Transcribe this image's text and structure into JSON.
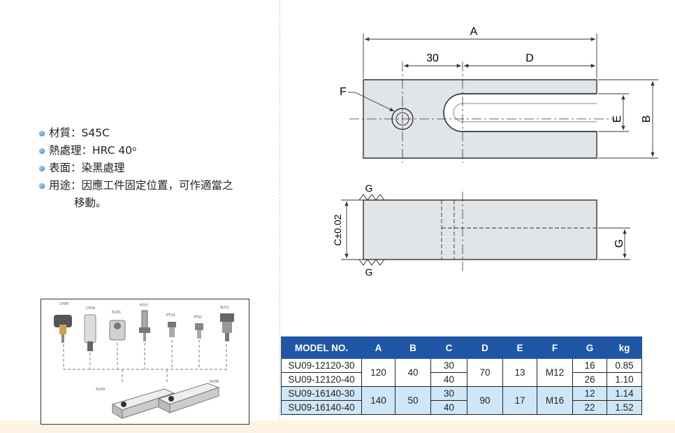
{
  "specs": [
    {
      "label": "材質",
      "sep": "：",
      "value": "S45C"
    },
    {
      "label": "熱處理",
      "sep": "：",
      "value": "HRC 40",
      "sup": "o"
    },
    {
      "label": "表面",
      "sep": "：",
      "value": "染黑處理"
    },
    {
      "label": "用途",
      "sep": "：",
      "value": "因應工件固定位置，可作適當之",
      "cont": "移動。"
    }
  ],
  "photo_labels": [
    "CP08",
    "CP09",
    "SU01",
    "PT07",
    "PT10",
    "PT01",
    "SU11",
    "SU09",
    "SU08"
  ],
  "drawing": {
    "dims": {
      "A": "A",
      "thirty": "30",
      "D": "D",
      "F": "F",
      "E": "E",
      "B": "B",
      "C": "C±0.02",
      "G": "G",
      "G_top": "G",
      "G_bottom": "G"
    }
  },
  "table": {
    "headers": [
      "MODEL NO.",
      "A",
      "B",
      "C",
      "D",
      "E",
      "F",
      "G",
      "kg"
    ],
    "groups": [
      {
        "A": "120",
        "B": "40",
        "D": "70",
        "E": "13",
        "F": "M12",
        "rows": [
          {
            "model": "SU09-12120-30",
            "C": "30",
            "G": "16",
            "kg": "0.85"
          },
          {
            "model": "SU09-12120-40",
            "C": "40",
            "G": "26",
            "kg": "1.10"
          }
        ]
      },
      {
        "A": "140",
        "B": "50",
        "D": "90",
        "E": "17",
        "F": "M16",
        "rows": [
          {
            "model": "SU09-16140-30",
            "C": "30",
            "G": "12",
            "kg": "1.14"
          },
          {
            "model": "SU09-16140-40",
            "C": "40",
            "G": "22",
            "kg": "1.52"
          }
        ]
      }
    ]
  }
}
